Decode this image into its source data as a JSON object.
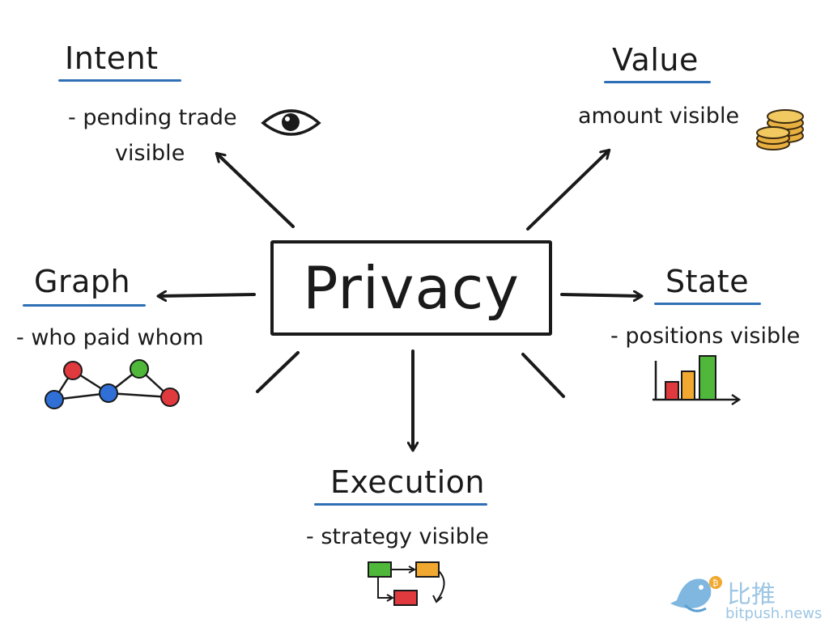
{
  "center": {
    "label": "Privacy"
  },
  "nodes": {
    "intent": {
      "title": "Intent",
      "lines": [
        "- pending trade",
        "visible"
      ],
      "icon": "eye-icon"
    },
    "value": {
      "title": "Value",
      "lines": [
        "amount visible"
      ],
      "icon": "coin-stack-icon"
    },
    "graph": {
      "title": "Graph",
      "lines": [
        "- who paid whom"
      ],
      "icon": "network-graph-icon"
    },
    "state": {
      "title": "State",
      "lines": [
        "- positions visible"
      ],
      "icon": "bar-chart-icon"
    },
    "execution": {
      "title": "Execution",
      "lines": [
        "- strategy visible"
      ],
      "icon": "flowchart-icon"
    }
  },
  "watermark": {
    "name": "比推",
    "site": "bitpush.news",
    "icon": "bird-logo-icon"
  },
  "colors": {
    "ink": "#1a1a1a",
    "underline": "#2f6fb5",
    "red": "#e0393e",
    "blue": "#2f6fd6",
    "green": "#4fb83a",
    "orange": "#f0a830",
    "gold": "#e8b040",
    "watermark": "#9cc6e4"
  }
}
